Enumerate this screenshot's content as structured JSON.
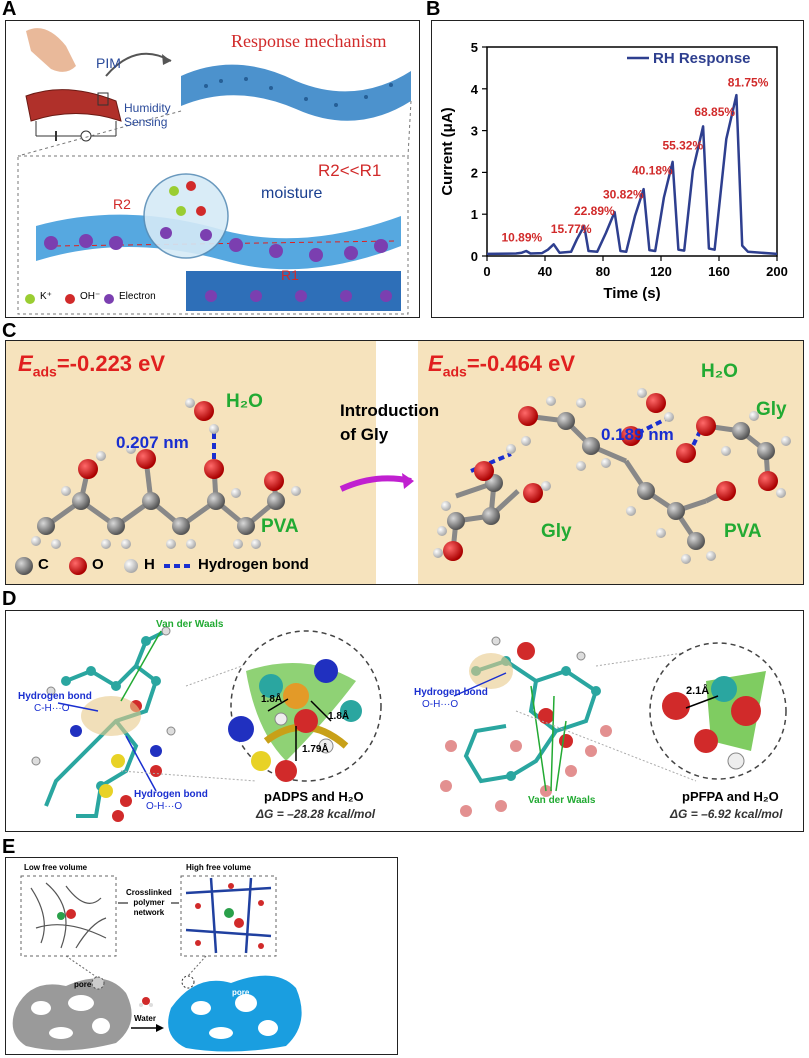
{
  "panels": {
    "A": {
      "label": "A",
      "title": "Response mechanism",
      "pim": "PIM",
      "sensing": "Humidity\nSensing",
      "ratio": "R2<<R1",
      "moisture": "moisture",
      "r1": "R1",
      "r2": "R2",
      "legend": {
        "k": "K⁺",
        "oh": "OH⁻",
        "e": "Electron"
      }
    },
    "B": {
      "label": "B"
    },
    "C": {
      "label": "C",
      "left_eads_e": "E",
      "left_eads_sub": "ads",
      "left_eads_val": "=-0.223 eV",
      "right_eads_e": "E",
      "right_eads_sub": "ads",
      "right_eads_val": "=-0.464 eV",
      "h2o": "H₂O",
      "left_dist": "0.207 nm",
      "right_dist": "0.189 nm",
      "pva": "PVA",
      "gly": "Gly",
      "intro1": "Introduction",
      "intro2": "of Gly",
      "legend": {
        "c": "C",
        "o": "O",
        "h": "H",
        "hb": "Hydrogen bond"
      }
    },
    "D": {
      "label": "D",
      "vdw": "Van der Waals",
      "hb": "Hydrogen bond",
      "ch_o": "C-H···O",
      "oh_o": "O-H···O",
      "d1": "1.8Å",
      "d2": "1.8Å",
      "d3": "1.79Å",
      "d4": "2.1Å",
      "left_caption": "pADPS and H₂O",
      "left_dg": "ΔG = –28.28 kcal/mol",
      "right_caption": "pPFPA and H₂O",
      "right_dg": "ΔG = –6.92 kcal/mol"
    },
    "E": {
      "label": "E",
      "low": "Low free volume",
      "high": "High free volume",
      "network": "Crosslinked\npolymer\nnetwork",
      "pore": "pore",
      "water": "Water"
    }
  },
  "chart_data": {
    "type": "line",
    "title": "",
    "xlabel": "Time (s)",
    "ylabel": "Current (μA)",
    "xlim": [
      0,
      200
    ],
    "ylim": [
      0,
      5
    ],
    "xticks": [
      0,
      40,
      80,
      120,
      160,
      200
    ],
    "yticks": [
      0,
      1,
      2,
      3,
      4,
      5
    ],
    "legend": "RH Response",
    "legend_position": "top-right",
    "series": [
      {
        "name": "RH Response",
        "color": "#2e3f8f",
        "x": [
          0,
          20,
          24,
          27,
          30,
          38,
          42,
          46,
          50,
          58,
          62,
          67,
          70,
          76,
          82,
          88,
          92,
          96,
          102,
          108,
          112,
          116,
          122,
          128,
          132,
          136,
          142,
          149,
          153,
          157,
          165,
          172,
          176,
          180,
          200
        ],
        "y": [
          0.05,
          0.06,
          0.08,
          0.12,
          0.06,
          0.07,
          0.15,
          0.28,
          0.08,
          0.1,
          0.4,
          0.72,
          0.12,
          0.1,
          0.55,
          1.05,
          0.12,
          0.1,
          0.95,
          1.6,
          0.14,
          0.12,
          1.4,
          2.25,
          0.15,
          0.13,
          2.05,
          3.1,
          0.18,
          0.15,
          2.8,
          3.85,
          0.25,
          0.1,
          0.05
        ]
      }
    ],
    "annotations": [
      {
        "text": "10.89%",
        "x": 10,
        "y": 0.35
      },
      {
        "text": "15.77%",
        "x": 44,
        "y": 0.55
      },
      {
        "text": "22.89%",
        "x": 60,
        "y": 0.98
      },
      {
        "text": "30.82%",
        "x": 80,
        "y": 1.38
      },
      {
        "text": "40.18%",
        "x": 100,
        "y": 1.95
      },
      {
        "text": "55.32%",
        "x": 121,
        "y": 2.55
      },
      {
        "text": "68.85%",
        "x": 143,
        "y": 3.35
      },
      {
        "text": "81.75%",
        "x": 166,
        "y": 4.05
      }
    ]
  },
  "colors": {
    "c_panel_bg": "#f6e3bd",
    "water_blue": "#1a9ee0",
    "red_text": "#e0201f",
    "green_text": "#22aa33",
    "blue_text": "#1a2fd0"
  }
}
